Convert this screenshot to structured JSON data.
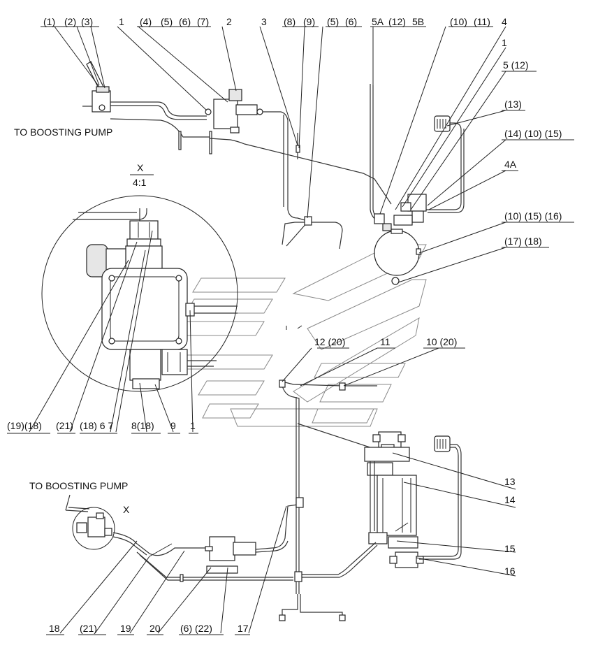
{
  "labels": {
    "top": {
      "l1": "(1)",
      "l2": "(2)",
      "l3": "(3)",
      "l4": "1",
      "l5": "(4)",
      "l6": "(5)",
      "l7": "(6)",
      "l8": "(7)",
      "l9": "2",
      "l10": "3",
      "l11": "(8)",
      "l12": "(9)",
      "l13": "(5)",
      "l14": "(6)",
      "l15": "5A",
      "l16": "(12)",
      "l17": "5B",
      "l18": "(10)",
      "l19": "(11)",
      "l20": "4"
    },
    "right": {
      "r1": "1",
      "r2": "5 (12)",
      "r3": "(13)",
      "r4": "(14) (10) (15)",
      "r5": "4A",
      "r6": "(10) (15) (16)",
      "r7": "(17) (18)"
    },
    "detail": {
      "x": "X",
      "scale": "4:1",
      "b1": "(19)(18)",
      "b2": "(21)",
      "b3": "(18) 6 7",
      "b4": "8(18)",
      "b5": "9",
      "b6": "1"
    },
    "middle": {
      "m1": "12 (20)",
      "m2": "11",
      "m3": "10 (20)"
    },
    "lower_right": {
      "n13": "13",
      "n14": "14",
      "n15": "15",
      "n16": "16"
    },
    "bottom": {
      "x_small": "X",
      "b18": "18",
      "b21": "(21)",
      "b19": "19",
      "b20": "20",
      "b622": "(6) (22)",
      "b17": "17"
    }
  },
  "notes": {
    "boost_top": "TO BOOSTING PUMP",
    "boost_bottom": "TO BOOSTING PUMP"
  }
}
